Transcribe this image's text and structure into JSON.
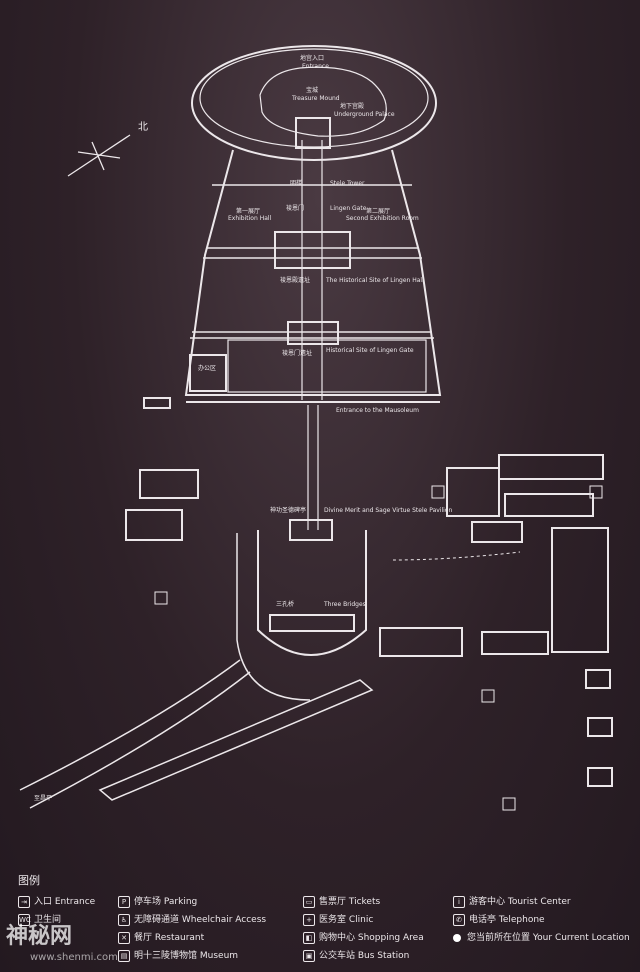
{
  "compass_label": "北",
  "places": {
    "entrance_top_cn": "地宫入口",
    "entrance_top_en": "Entrance",
    "baocheng_cn": "宝城",
    "baocheng_en": "Treasure Mound",
    "digong_cn": "地下宫殿",
    "digong_en": "Underground Palace",
    "minglou_cn": "明楼",
    "minglou_en": "Stele Tower",
    "lingen_cn": "祾恩门",
    "lingen_en": "Lingen Gate",
    "west_hall_cn": "第一展厅",
    "west_hall_en": "Exhibition Hall",
    "east_hall_cn": "第二展厅",
    "east_hall_en": "Second Exhibition Room",
    "lingen_hall_cn": "祾恩殿遗址",
    "lingen_hall_en": "The Historical Site of Lingen Hall",
    "gate_cn": "祾恩门遗址",
    "gate_en": "Historical Site of Lingen Gate",
    "shop_cn": "办公区",
    "pavilion_cn": "神功圣德碑亭",
    "pavilion_en": "Divine Merit and Sage Virtue Stele Pavilion",
    "bridge_cn": "三孔桥",
    "bridge_en": "Three Bridges",
    "gate_main_en": "Entrance to the Mausoleum",
    "road_label": "至昌平"
  },
  "legend": {
    "title": "图例",
    "items": [
      {
        "icon": "entrance-icon",
        "glyph": "⇥",
        "cn": "入口",
        "en": "Entrance"
      },
      {
        "icon": "toilet-icon",
        "glyph": "WC",
        "cn": "卫生间",
        "en": ""
      },
      {
        "icon": "parking-icon",
        "glyph": "P",
        "cn": "停车场",
        "en": "Parking"
      },
      {
        "icon": "wheelchair-icon",
        "glyph": "♿",
        "cn": "无障碍通道",
        "en": "Wheelchair Access"
      },
      {
        "icon": "restaurant-icon",
        "glyph": "✕",
        "cn": "餐厅",
        "en": "Restaurant"
      },
      {
        "icon": "museum-icon",
        "glyph": "▤",
        "cn": "明十三陵博物馆",
        "en": "Museum"
      },
      {
        "icon": "ticket-icon",
        "glyph": "▭",
        "cn": "售票厅",
        "en": "Tickets"
      },
      {
        "icon": "clinic-icon",
        "glyph": "+",
        "cn": "医务室",
        "en": "Clinic"
      },
      {
        "icon": "shopping-icon",
        "glyph": "◧",
        "cn": "购物中心",
        "en": "Shopping Area"
      },
      {
        "icon": "bus-icon",
        "glyph": "▣",
        "cn": "公交车站",
        "en": "Bus Station"
      },
      {
        "icon": "info-icon",
        "glyph": "i",
        "cn": "游客中心",
        "en": "Tourist Center"
      },
      {
        "icon": "telephone-icon",
        "glyph": "✆",
        "cn": "电话亭",
        "en": "Telephone"
      },
      {
        "icon": "location-dot-icon",
        "glyph": "",
        "cn": "您当前所在位置",
        "en": "Your Current Location"
      }
    ]
  },
  "watermark": "神秘网",
  "watermark_url": "www.shenmi.com",
  "colors": {
    "background": "#2e2128",
    "line": "#ece7ea"
  }
}
